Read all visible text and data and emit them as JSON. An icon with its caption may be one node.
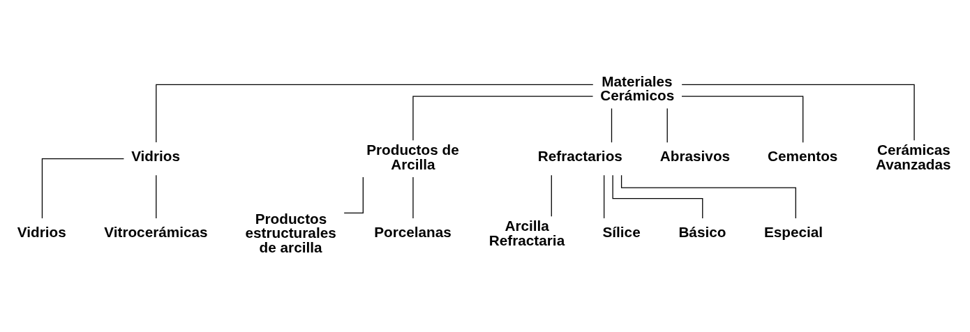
{
  "diagram": {
    "nodes": [
      {
        "text": [
          "Materiales Cerámicos"
        ]
      },
      {
        "text": [
          "Vidrios"
        ]
      },
      {
        "text": [
          "Productos de Arcilla"
        ]
      },
      {
        "text": [
          "Refractarios"
        ]
      },
      {
        "text": [
          "Abrasivos"
        ]
      },
      {
        "text": [
          "Cementos"
        ]
      },
      {
        "text": [
          "Cerámicas Avanzadas"
        ]
      },
      {
        "text": [
          "Vidrios"
        ]
      },
      {
        "text": [
          "Vitrocerámicas"
        ]
      },
      {
        "text": [
          "Arcilla Refractaria"
        ]
      },
      {
        "text": [
          "Sílice"
        ]
      },
      {
        "text": [
          "Básico"
        ]
      },
      {
        "text": [
          "Especial"
        ]
      },
      {
        "text": [
          "Productos estructurales de arcilla"
        ]
      },
      {
        "text": [
          "Porcelanas"
        ]
      }
    ],
    "edges": [
      {
        "from": 0,
        "to": 1,
        "arrow": "none"
      },
      {
        "from": 0,
        "to": 2,
        "arrow": "none"
      },
      {
        "from": 0,
        "to": 3,
        "arrow": "none"
      },
      {
        "from": 0,
        "to": 4,
        "arrow": "none"
      },
      {
        "from": 0,
        "to": 5,
        "arrow": "none"
      },
      {
        "from": 0,
        "to": 6,
        "arrow": "none"
      },
      {
        "from": 1,
        "to": 7,
        "arrow": "none"
      },
      {
        "from": 1,
        "to": 8,
        "arrow": "none"
      },
      {
        "from": 3,
        "to": 9,
        "arrow": "none"
      },
      {
        "from": 3,
        "to": 10,
        "arrow": "none"
      },
      {
        "from": 3,
        "to": 11,
        "arrow": "none"
      },
      {
        "from": 3,
        "to": 12,
        "arrow": "none"
      },
      {
        "from": 2,
        "to": 13,
        "arrow": "none"
      },
      {
        "from": 2,
        "to": 14,
        "arrow": "none"
      }
    ]
  }
}
